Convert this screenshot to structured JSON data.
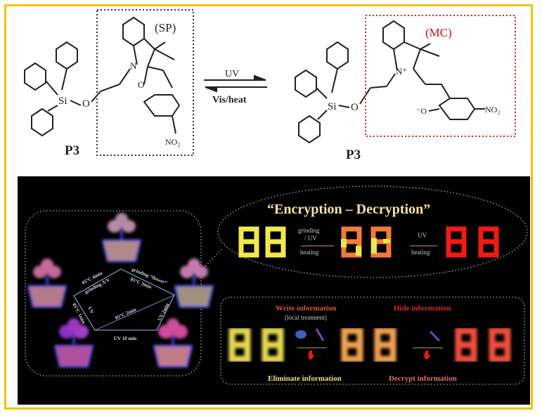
{
  "top": {
    "left_molecule": {
      "label": "P3",
      "form_tag": "(SP)",
      "substituent": "NO2"
    },
    "right_molecule": {
      "label": "P3",
      "form_tag": "(MC)",
      "substituent": "NO2"
    },
    "arrow": {
      "forward": "UV",
      "reverse": "Vis/heat"
    }
  },
  "pentagon": {
    "edges": [
      "85°C 4min",
      "grinding /UV",
      "grinding “flower”",
      "85°C 3min",
      "85°C 2min",
      "UV 2min",
      "UV 10 min",
      "85°C 1min",
      "UV"
    ]
  },
  "encryption": {
    "title": "“Encryption – Decryption”",
    "step1_top": "grinding",
    "step1_mid": "/ UV",
    "step1_bottom": "heating",
    "step2_top": "UV",
    "step2_bottom": "heating",
    "colors": [
      "#f2e84a",
      "#f47a3a",
      "#f21a12"
    ]
  },
  "info": {
    "write": "Write information",
    "write_sub": "(local treatment)",
    "hide": "Hide information",
    "eliminate": "Eliminate information",
    "decrypt": "Decrypt information"
  }
}
